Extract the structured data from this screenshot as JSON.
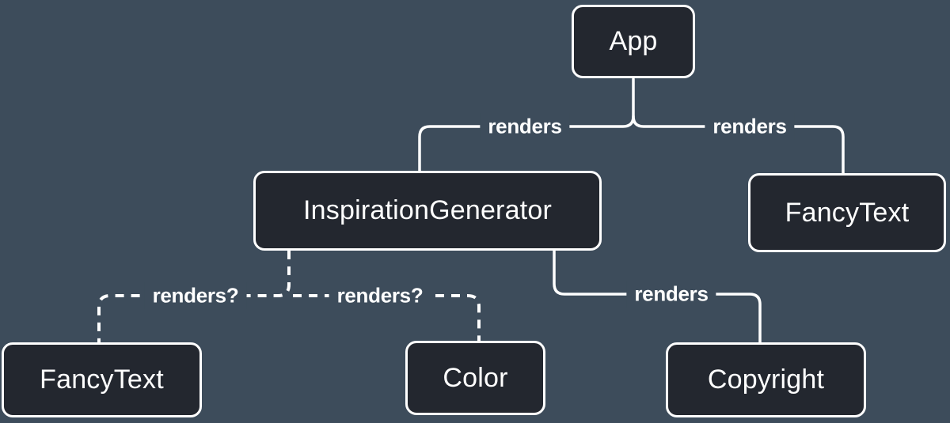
{
  "colors": {
    "background": "#3d4c5b",
    "node_fill": "#23272f",
    "node_border": "#ffffff",
    "line": "#ffffff",
    "text": "#ffffff"
  },
  "nodes": {
    "app": {
      "label": "App"
    },
    "inspiration_generator": {
      "label": "InspirationGenerator"
    },
    "fancy_text_top": {
      "label": "FancyText"
    },
    "fancy_text_bottom": {
      "label": "FancyText"
    },
    "color": {
      "label": "Color"
    },
    "copyright": {
      "label": "Copyright"
    }
  },
  "edges": {
    "app_to_inspiration": {
      "label": "renders",
      "style": "solid"
    },
    "app_to_fancytext": {
      "label": "renders",
      "style": "solid"
    },
    "inspiration_to_fancytext": {
      "label": "renders?",
      "style": "dashed"
    },
    "inspiration_to_color": {
      "label": "renders?",
      "style": "dashed"
    },
    "inspiration_to_copyright": {
      "label": "renders",
      "style": "solid"
    }
  }
}
